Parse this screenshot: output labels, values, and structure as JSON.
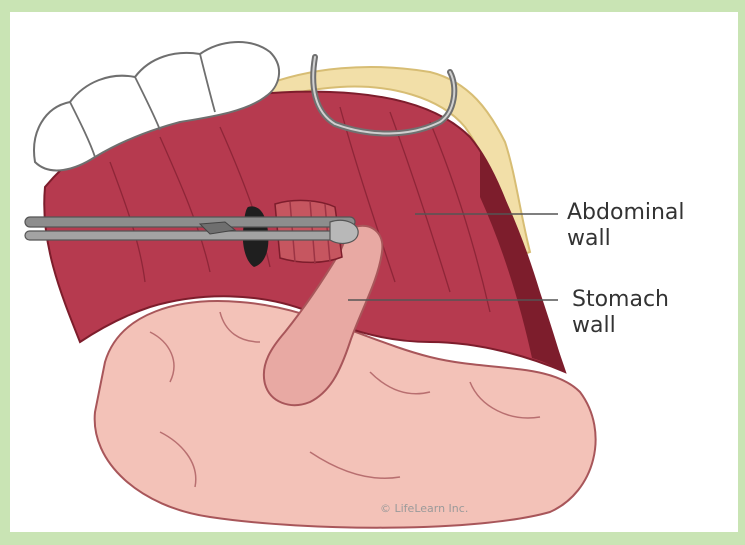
{
  "labels": {
    "abdominal_line1": "Abdominal",
    "abdominal_line2": "wall",
    "stomach_line1": "Stomach",
    "stomach_line2": "wall"
  },
  "credit": "© LifeLearn Inc.",
  "colors": {
    "frame": "#c9e4b4",
    "abdominal_wall": "#b53a4e",
    "cavity_dark": "#7d1d2c",
    "fat_tissue": "#f2dfa8",
    "stomach": "#f0b7ae",
    "instrument": "#8d8d8d"
  }
}
